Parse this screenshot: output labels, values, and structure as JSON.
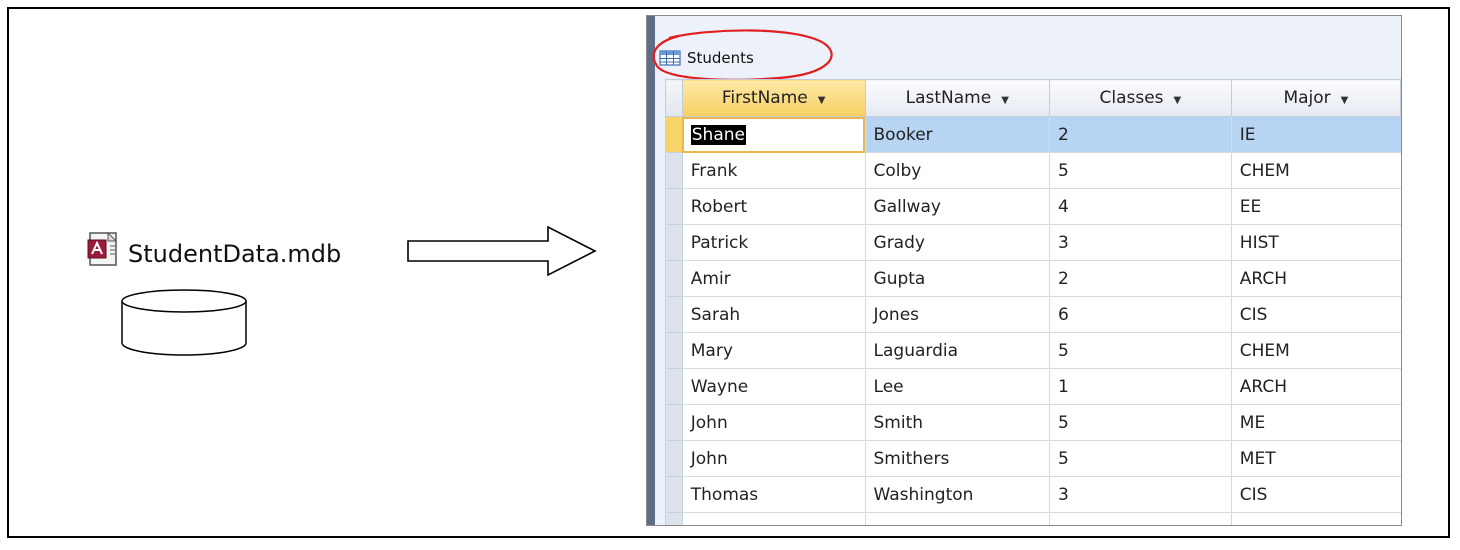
{
  "file": {
    "name": "StudentData.mdb",
    "icon": "access-database-file-icon"
  },
  "table_window": {
    "tab_label": "Students",
    "tab_icon": "table-icon",
    "columns": [
      "FirstName",
      "LastName",
      "Classes",
      "Major"
    ],
    "rows": [
      [
        "Shane",
        "Booker",
        "2",
        "IE"
      ],
      [
        "Frank",
        "Colby",
        "5",
        "CHEM"
      ],
      [
        "Robert",
        "Gallway",
        "4",
        "EE"
      ],
      [
        "Patrick",
        "Grady",
        "3",
        "HIST"
      ],
      [
        "Amir",
        "Gupta",
        "2",
        "ARCH"
      ],
      [
        "Sarah",
        "Jones",
        "6",
        "CIS"
      ],
      [
        "Mary",
        "Laguardia",
        "5",
        "CHEM"
      ],
      [
        "Wayne",
        "Lee",
        "1",
        "ARCH"
      ],
      [
        "John",
        "Smith",
        "5",
        "ME"
      ],
      [
        "John",
        "Smithers",
        "5",
        "MET"
      ],
      [
        "Thomas",
        "Washington",
        "3",
        "CIS"
      ]
    ],
    "selected_row": 0,
    "annotation_color": "#e02020",
    "header_active_color": "#f7cf62",
    "row_selected_color": "#b7d4f2"
  }
}
